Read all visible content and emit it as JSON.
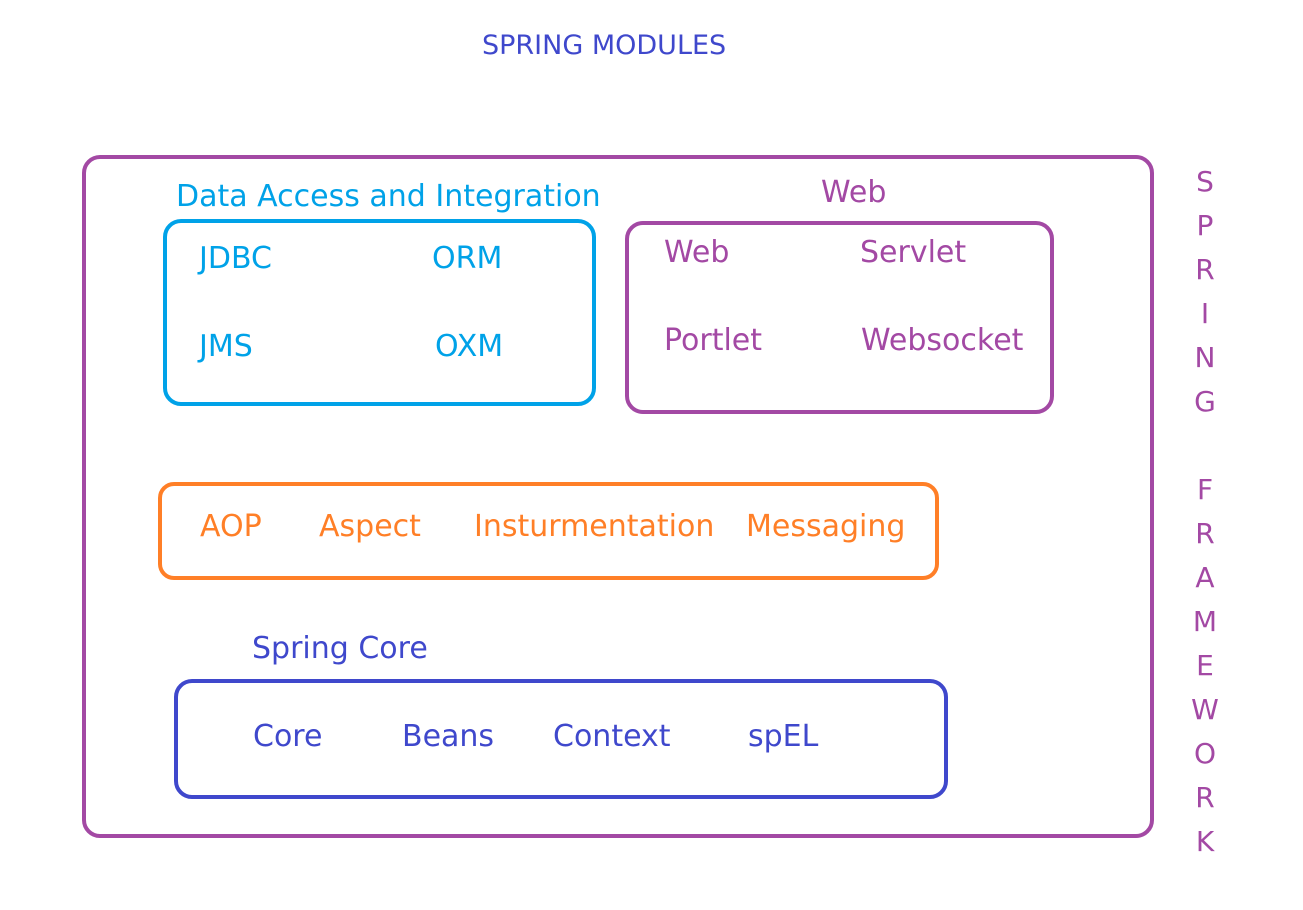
{
  "title": "SPRING MODULES",
  "colors": {
    "outer": "#a349a4",
    "data_access": "#00a2e8",
    "web": "#a349a4",
    "aop": "#ff7f27",
    "core": "#3f48cc",
    "title": "#3f48cc"
  },
  "data_access": {
    "heading": "Data Access and Integration",
    "modules": [
      "JDBC",
      "ORM",
      "JMS",
      "OXM"
    ]
  },
  "web": {
    "heading": "Web",
    "modules": [
      "Web",
      "Servlet",
      "Portlet",
      "Websocket"
    ]
  },
  "aop": {
    "modules": [
      "AOP",
      "Aspect",
      "Insturmentation",
      "Messaging"
    ]
  },
  "core": {
    "heading": "Spring Core",
    "modules": [
      "Core",
      "Beans",
      "Context",
      "spEL"
    ]
  },
  "side_label": {
    "word1": [
      "S",
      "P",
      "R",
      "I",
      "N",
      "G"
    ],
    "word2": [
      "F",
      "R",
      "A",
      "M",
      "E",
      "W",
      "O",
      "R",
      "K"
    ]
  }
}
